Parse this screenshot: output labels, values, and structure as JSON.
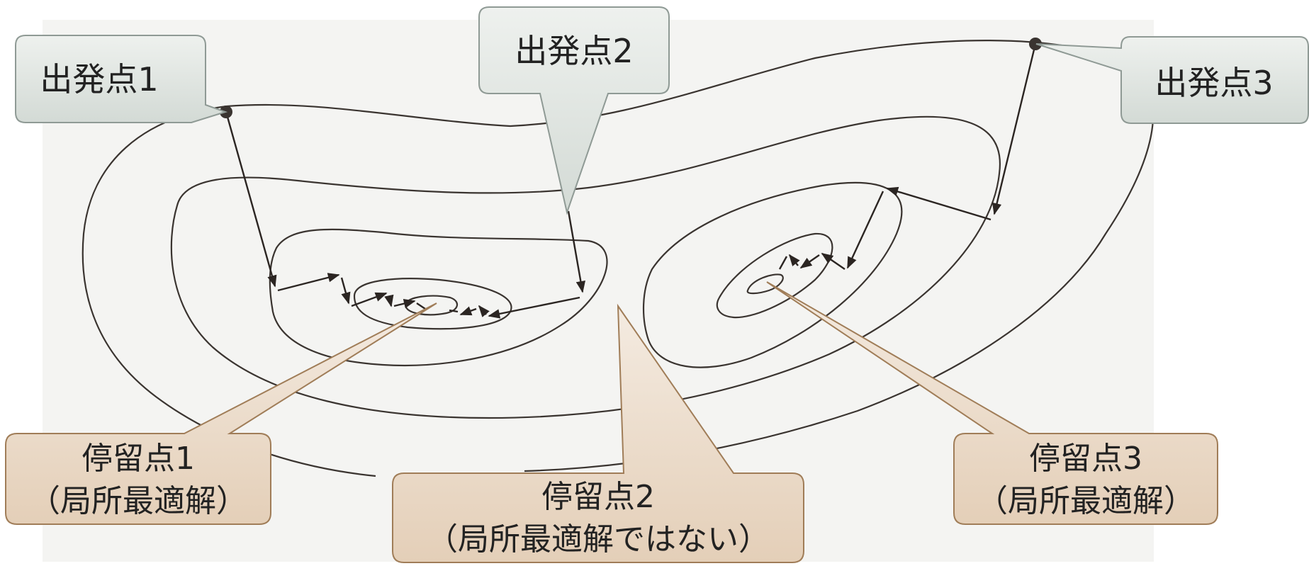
{
  "callouts": {
    "start1": {
      "text": "出発点1"
    },
    "start2": {
      "text": "出発点2"
    },
    "start3": {
      "text": "出発点3"
    },
    "stationary1": {
      "line1": "停留点1",
      "line2": "（局所最適解）"
    },
    "stationary2": {
      "line1": "停留点2",
      "line2": "（局所最適解ではない）"
    },
    "stationary3": {
      "line1": "停留点3",
      "line2": "（局所最適解）"
    }
  },
  "colors": {
    "paper": "#f4f4f2",
    "contour": "#3a3430",
    "path": "#2b2522",
    "start_callout_fill": "#dde3df",
    "start_callout_stroke": "#8f9a95",
    "stationary_callout_fill": "#ecddcd",
    "stationary_callout_stroke": "#a07d58"
  }
}
